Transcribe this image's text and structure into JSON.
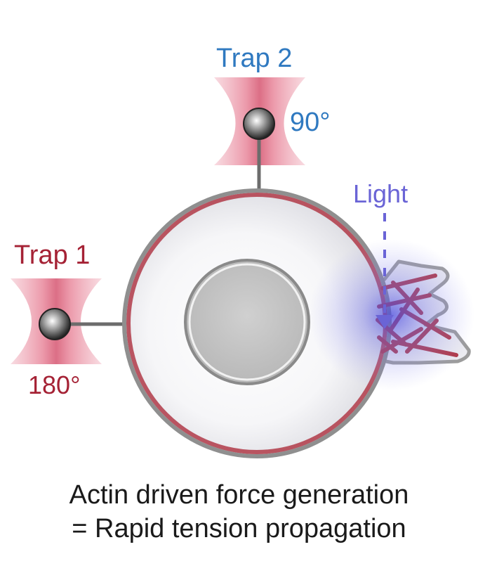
{
  "labels": {
    "trap1": "Trap 1",
    "trap2": "Trap 2",
    "angle1": "180°",
    "angle2": "90°",
    "light": "Light"
  },
  "caption": {
    "line1": "Actin driven force generation",
    "line2": "= Rapid tension propagation"
  },
  "colors": {
    "trap1_text": "#a52235",
    "trap2_text": "#2f79c0",
    "light_text": "#6a64d6",
    "actin": "#b03a48",
    "beam": "#e87f92",
    "membrane": "#8f8f8f",
    "nucleus": "#c4c4c4",
    "illumination": "#5a5ae0"
  }
}
